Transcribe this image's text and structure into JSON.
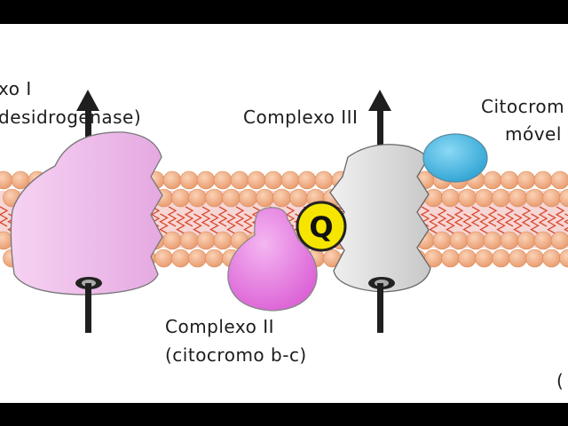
{
  "labels": {
    "complex1_line1": "xo I",
    "complex1_line2": "desidrogenase)",
    "complex3": "Complexo III",
    "cyto_mobile_line1": "Citocrom",
    "cyto_mobile_line2": "móvel",
    "complex2_line1": "Complexo II",
    "complex2_line2": "(citocromo b-c)",
    "corner": "(",
    "quinone": "Q"
  },
  "colors": {
    "frame": "#000000",
    "background": "#ffffff",
    "lipid_head": "#f3b48d",
    "lipid_tail": "#d94a2c",
    "membrane_core": "#f7cfd0",
    "complex1": "#eeb8ea",
    "complex2": "#e77ce3",
    "complex3": "#dcdcdc",
    "cytochrome_c": "#49b8e2",
    "quinone": "#f5e500",
    "arrow": "#1f1f1f"
  }
}
